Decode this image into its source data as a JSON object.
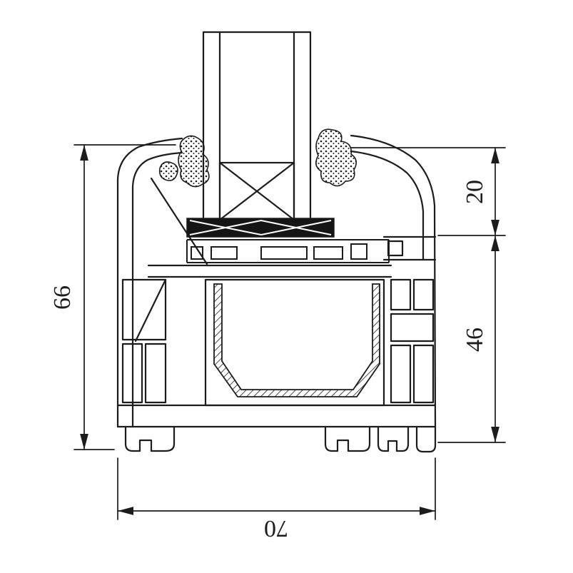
{
  "page": {
    "background": "#ffffff",
    "ink": "#1c1c1c"
  },
  "diagram": {
    "description": "window-frame-profile-cross-section",
    "dimensions": {
      "left_overall_height": {
        "value": "66",
        "orientation": "vertical"
      },
      "right_upper": {
        "value": "20",
        "orientation": "vertical"
      },
      "right_lower": {
        "value": "46",
        "orientation": "vertical"
      },
      "bottom_overall_width": {
        "value": "70",
        "orientation": "horizontal"
      }
    }
  }
}
